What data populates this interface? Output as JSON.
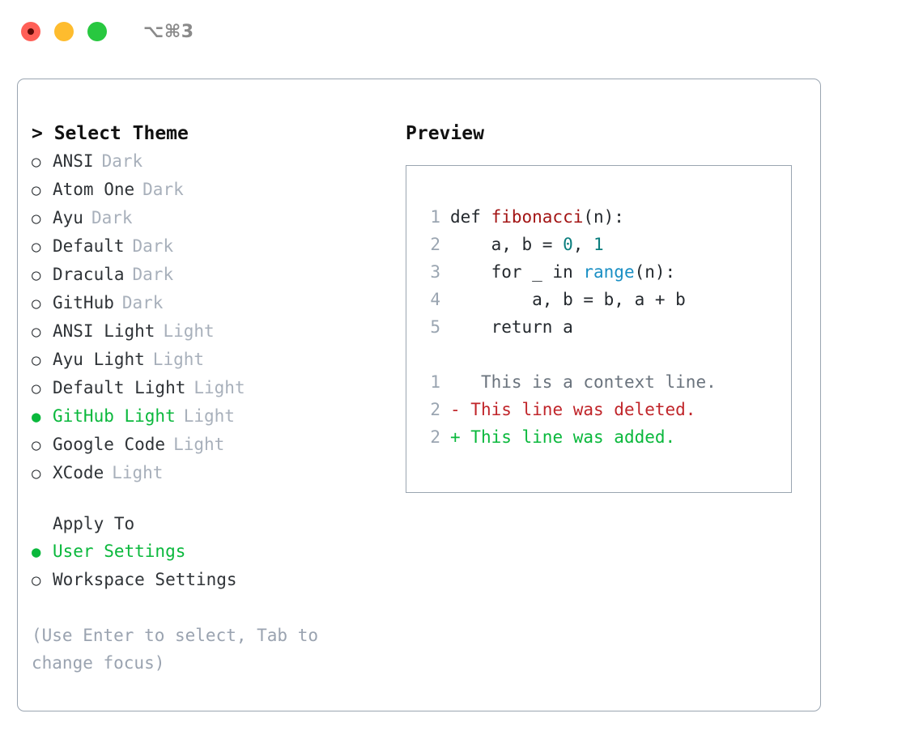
{
  "titlebar": {
    "shortcut": "⌥⌘3",
    "lights": [
      {
        "name": "close",
        "color": "#ff5f57"
      },
      {
        "name": "minimize",
        "color": "#febc2e"
      },
      {
        "name": "zoom",
        "color": "#28c840"
      }
    ]
  },
  "theme_picker": {
    "heading": "> Select Theme",
    "bullet_unselected": "○",
    "bullet_selected": "●",
    "items": [
      {
        "label": "ANSI",
        "tag": "Dark",
        "selected": false
      },
      {
        "label": "Atom One",
        "tag": "Dark",
        "selected": false
      },
      {
        "label": "Ayu",
        "tag": "Dark",
        "selected": false
      },
      {
        "label": "Default",
        "tag": "Dark",
        "selected": false
      },
      {
        "label": "Dracula",
        "tag": "Dark",
        "selected": false
      },
      {
        "label": "GitHub",
        "tag": "Dark",
        "selected": false
      },
      {
        "label": "ANSI Light",
        "tag": "Light",
        "selected": false
      },
      {
        "label": "Ayu Light",
        "tag": "Light",
        "selected": false
      },
      {
        "label": "Default Light",
        "tag": "Light",
        "selected": false
      },
      {
        "label": "GitHub Light",
        "tag": "Light",
        "selected": true
      },
      {
        "label": "Google Code",
        "tag": "Light",
        "selected": false
      },
      {
        "label": "XCode",
        "tag": "Light",
        "selected": false
      }
    ]
  },
  "apply_to": {
    "heading": "Apply To",
    "items": [
      {
        "label": "User Settings",
        "selected": true
      },
      {
        "label": "Workspace Settings",
        "selected": false
      }
    ]
  },
  "hint": "(Use Enter to select, Tab to change focus)",
  "preview": {
    "title": "Preview",
    "code_lines": [
      {
        "number": "1",
        "tokens": [
          {
            "text": "def ",
            "kind": "plain"
          },
          {
            "text": "fibonacci",
            "kind": "fn"
          },
          {
            "text": "(n):",
            "kind": "plain"
          }
        ]
      },
      {
        "number": "2",
        "tokens": [
          {
            "text": "    a, b = ",
            "kind": "plain"
          },
          {
            "text": "0",
            "kind": "num"
          },
          {
            "text": ", ",
            "kind": "plain"
          },
          {
            "text": "1",
            "kind": "num"
          }
        ]
      },
      {
        "number": "3",
        "tokens": [
          {
            "text": "    for _ in ",
            "kind": "plain"
          },
          {
            "text": "range",
            "kind": "call"
          },
          {
            "text": "(n):",
            "kind": "plain"
          }
        ]
      },
      {
        "number": "4",
        "tokens": [
          {
            "text": "        a, b = b, a + b",
            "kind": "plain"
          }
        ]
      },
      {
        "number": "5",
        "tokens": [
          {
            "text": "    return a",
            "kind": "plain"
          }
        ]
      }
    ],
    "diff_lines": [
      {
        "number": "1",
        "marker": " ",
        "text": "  This is a context line.",
        "kind": "ctx"
      },
      {
        "number": "2",
        "marker": "-",
        "text": " This line was deleted.",
        "kind": "del"
      },
      {
        "number": "2",
        "marker": "+",
        "text": " This line was added.",
        "kind": "add"
      }
    ]
  },
  "colors": {
    "accent_green": "#0ab83c",
    "border": "#9aa5b1",
    "muted": "#a8b0bb",
    "hint": "#9aa3b0",
    "code_fn": "#a31515",
    "code_num": "#0a7d7d",
    "code_call": "#1a8fc4",
    "diff_del": "#c0252a",
    "diff_add": "#0ab83c",
    "diff_ctx": "#6a737d"
  }
}
